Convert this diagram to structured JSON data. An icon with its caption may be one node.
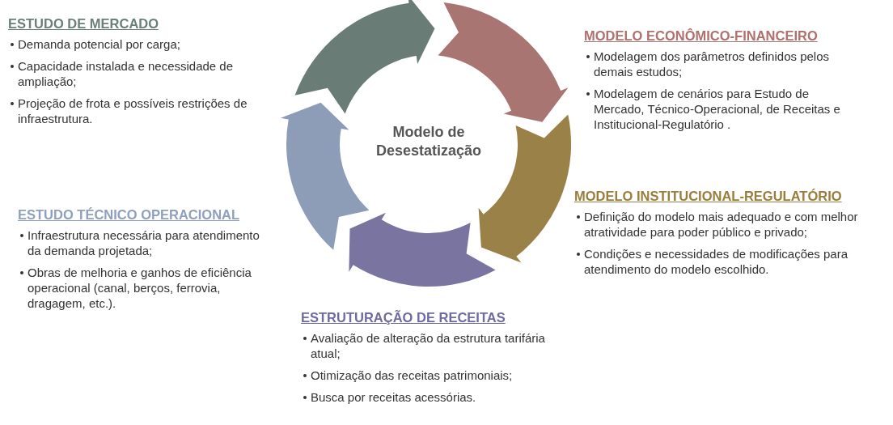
{
  "diagram": {
    "nodes": [
      {
        "text": [
          "Modelo de Desestatização"
        ]
      },
      {
        "text": [
          "ESTUDO DE MERCADO",
          "Demanda potencial por carga;",
          "Capacidade instalada e necessidade de ampliação;",
          "Projeção de frota e possíveis restrições de infraestrutura."
        ]
      },
      {
        "text": [
          "MODELO ECONÔMICO-FINANCEIRO",
          "Modelagem dos parâmetros definidos pelos demais estudos;",
          "Modelagem de cenários para Estudo de Mercado, Técnico-Operacional, de Receitas e Institucional-Regulatório ."
        ]
      },
      {
        "text": [
          "ESTUDO TÉCNICO OPERACIONAL",
          "Infraestrutura necessária para atendimento da demanda projetada;",
          "Obras de melhoria e ganhos de eficiência operacional (canal, berços, ferrovia, dragagem, etc.)."
        ]
      },
      {
        "text": [
          "MODELO INSTITUCIONAL-REGULATÓRIO",
          "Definição do modelo mais adequado e com melhor atratividade para poder público e privado;",
          "Condições e necessidades de modificações para atendimento do modelo escolhido."
        ]
      },
      {
        "text": [
          "ESTRUTURAÇÃO DE RECEITAS",
          "Avaliação de alteração da estrutura tarifária atual;",
          "Otimização das receitas patrimoniais;",
          "Busca por receitas acessórias."
        ]
      }
    ]
  }
}
